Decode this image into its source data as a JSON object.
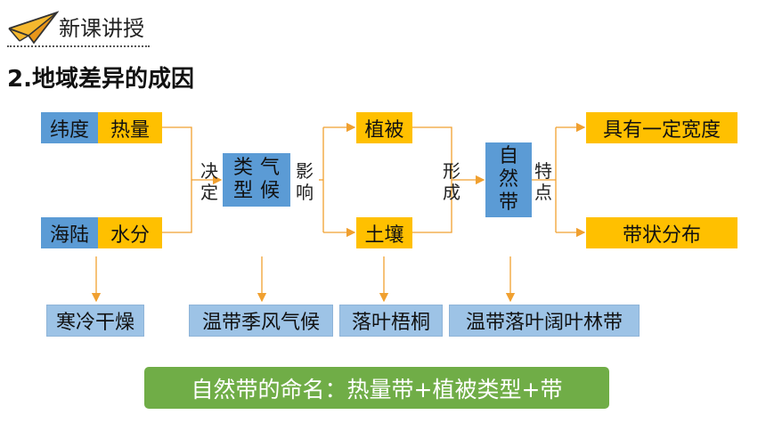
{
  "header": {
    "title": "新课讲授",
    "icon": "paper-plane-icon"
  },
  "section_title": "2.地域差异的成因",
  "factors": {
    "latitude": "纬度",
    "heat": "热量",
    "land_sea": "海陆",
    "moisture": "水分"
  },
  "connectors": {
    "determine": [
      "决",
      "定"
    ],
    "influence": [
      "影",
      "响"
    ],
    "form": [
      "形",
      "成"
    ],
    "characteristics": [
      "特",
      "点"
    ]
  },
  "climate_type": {
    "col1": [
      "类",
      "型"
    ],
    "col2": [
      "气",
      "候"
    ]
  },
  "vegetation": "植被",
  "soil": "土壤",
  "natural_zone": [
    "自",
    "然",
    "带"
  ],
  "features": {
    "width": "具有一定宽度",
    "belt": "带状分布"
  },
  "examples": {
    "cold_dry": "寒冷干燥",
    "climate": "温带季风气候",
    "tree": "落叶梧桐",
    "zone": "温带落叶阔叶林带"
  },
  "banner": "自然带的命名：热量带+植被类型+带",
  "colors": {
    "blue": "#5b9bd5",
    "yellow": "#ffc000",
    "light_blue": "#9dc3e6",
    "green": "#70ad47",
    "plane": "#f0a818"
  }
}
